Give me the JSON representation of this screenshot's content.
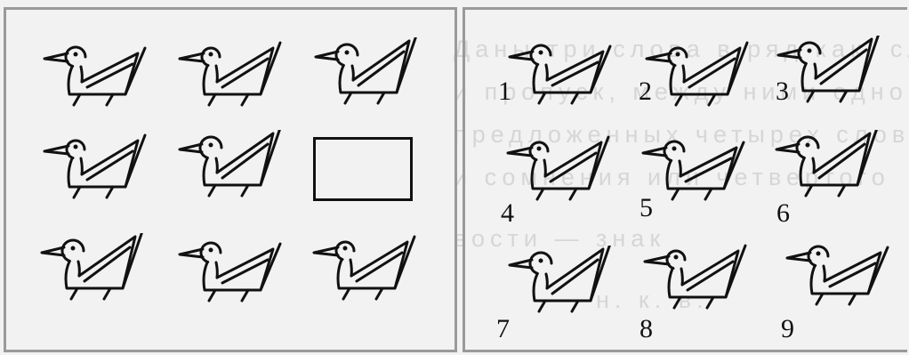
{
  "background_text": [
    "Даны три слова в ряд как, слова, в",
    "и пропуск, между ними одно",
    "предложенных четырех слов находят",
    "и сомнения или четвертого",
    "вости — знак",
    "н. к. в."
  ],
  "grid_cells": [
    "bird",
    "bird",
    "bird",
    "bird",
    "bird",
    "empty",
    "bird",
    "bird",
    "bird"
  ],
  "options": [
    {
      "label": "1"
    },
    {
      "label": "2"
    },
    {
      "label": "3"
    },
    {
      "label": "4"
    },
    {
      "label": "5"
    },
    {
      "label": "6"
    },
    {
      "label": "7"
    },
    {
      "label": "8"
    },
    {
      "label": "9"
    }
  ]
}
